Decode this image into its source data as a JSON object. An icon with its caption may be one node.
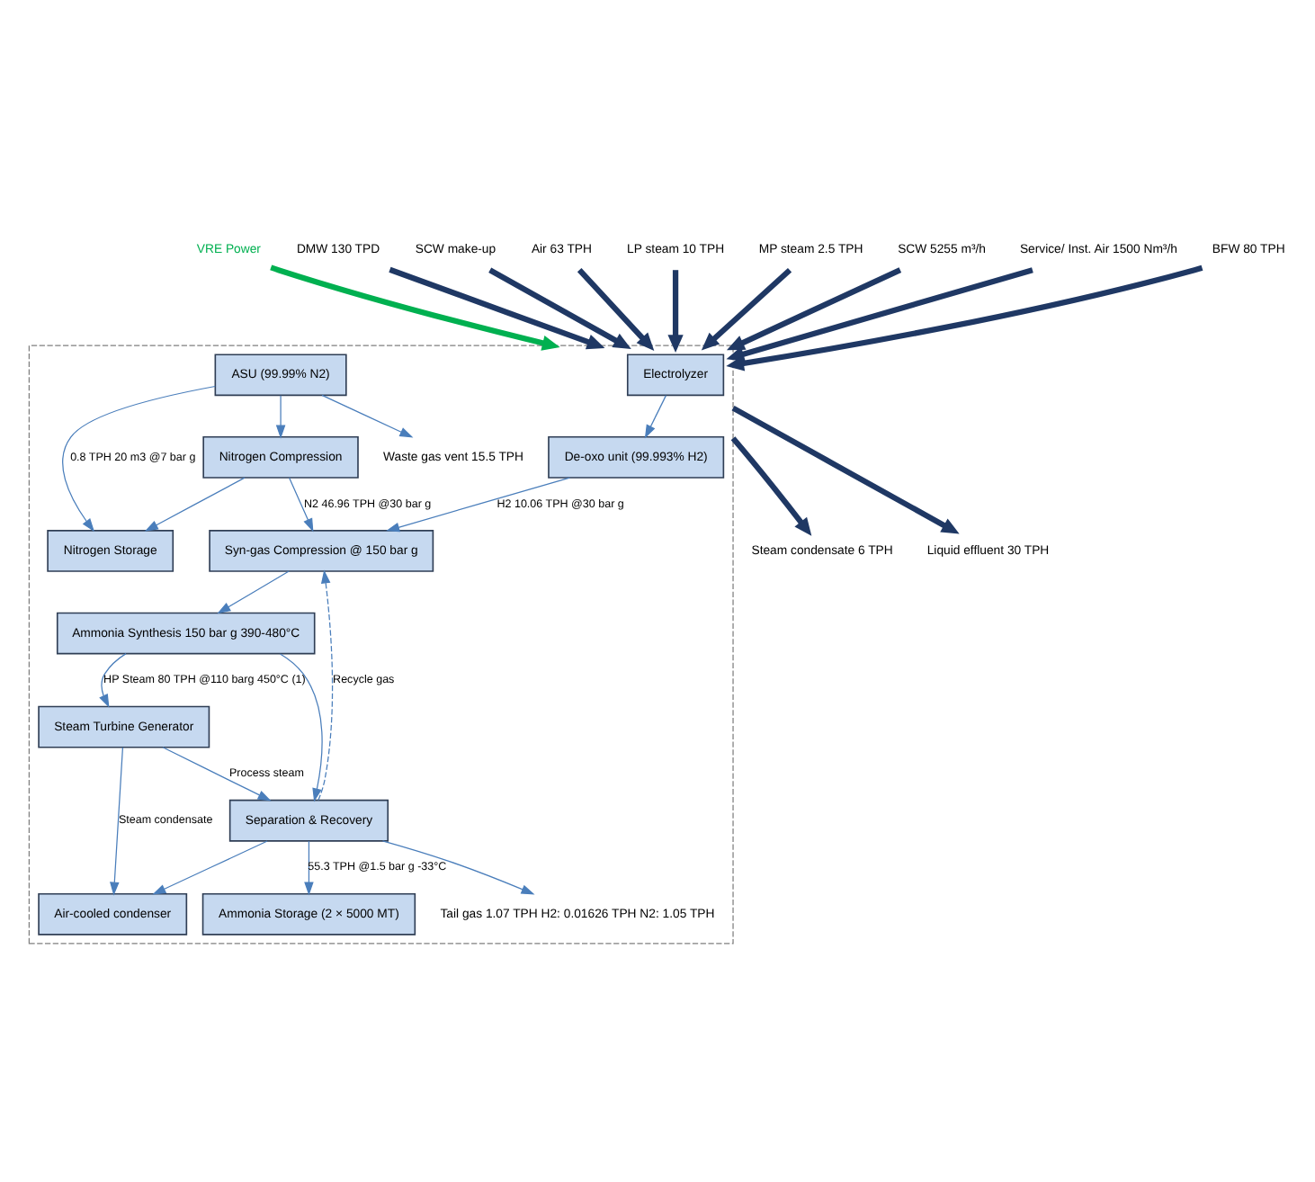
{
  "diagram": {
    "nodes": [
      {
        "text": [],
        "shape": "box"
      },
      {
        "text": [
          "Electrolyzer"
        ],
        "in": 0
      },
      {
        "text": [
          "De-oxo unit (99.993% H2)"
        ],
        "in": 0
      },
      {
        "text": [
          "Syn-gas Compression @ 150 bar g"
        ],
        "in": 0
      },
      {
        "text": [
          "ASU (99.99% N2)"
        ],
        "in": 0
      },
      {
        "text": [
          "Nitrogen Compression"
        ],
        "in": 0
      },
      {
        "text": [
          "Ammonia Synthesis 150 bar g 390-480°C"
        ],
        "in": 0
      },
      {
        "text": [
          "Nitrogen Storage"
        ],
        "in": 0
      },
      {
        "text": [
          "Separation & Recovery"
        ],
        "in": 0
      },
      {
        "text": [
          "Steam Turbine Generator"
        ],
        "in": 0
      },
      {
        "text": [
          "Air-cooled condenser"
        ],
        "in": 0
      },
      {
        "text": [
          "Ammonia Storage (2 × 5000 MT)"
        ],
        "in": 0
      },
      {
        "text": [
          "Waste gas vent 15.5 TPH"
        ],
        "in": 0
      },
      {
        "text": [
          "Tail gas 1.07 TPH H2: 0.01626 TPH N2: 1.05 TPH"
        ],
        "in": 0
      },
      {
        "text": [
          "VRE Power"
        ]
      },
      {
        "text": [
          "DMW 130 TPD"
        ]
      },
      {
        "text": [
          "SCW make-up"
        ]
      },
      {
        "text": [
          "Air 63 TPH"
        ]
      },
      {
        "text": [
          "LP steam 10 TPH"
        ]
      },
      {
        "text": [
          "MP steam 2.5 TPH"
        ]
      },
      {
        "text": [
          "SCW 5255 m³/h"
        ]
      },
      {
        "text": [
          "Service/ Inst. Air 1500 Nm³/h"
        ]
      },
      {
        "text": [
          "BFW 80 TPH"
        ]
      },
      {
        "text": [
          "Steam condensate 6 TPH"
        ]
      },
      {
        "text": [
          "Liquid effluent 30 TPH"
        ]
      }
    ],
    "edges": [
      {
        "from": 1,
        "to": 2,
        "arrow": "to"
      },
      {
        "from": 2,
        "to": 3,
        "arrow": "to",
        "label": "H2 10.06 TPH @30 bar g"
      },
      {
        "from": 5,
        "to": 3,
        "arrow": "to",
        "label": "N2 46.96 TPH @30 bar g"
      },
      {
        "from": 3,
        "to": 6,
        "arrow": "to"
      },
      {
        "from": 4,
        "to": 5,
        "arrow": "to"
      },
      {
        "from": 4,
        "to": 12,
        "arrow": "to"
      },
      {
        "from": 4,
        "to": 7,
        "arrow": "to",
        "label": "0.8 TPH 20 m3 @7 bar g"
      },
      {
        "from": 5,
        "to": 7,
        "arrow": "to"
      },
      {
        "from": 6,
        "to": 8,
        "arrow": "to"
      },
      {
        "from": 6,
        "to": 9,
        "arrow": "to",
        "label": "HP Steam 80 TPH @110 barg 450°C (1)"
      },
      {
        "from": 9,
        "to": 8,
        "arrow": "to",
        "label": "Process steam"
      },
      {
        "from": 8,
        "to": 3,
        "arrow": "to",
        "style": "dashed",
        "label": "Recycle gas"
      },
      {
        "from": 8,
        "to": 13,
        "arrow": "to"
      },
      {
        "from": 8,
        "to": 11,
        "arrow": "to",
        "label": "55.3 TPH @1.5 bar g -33°C"
      },
      {
        "from": 8,
        "to": 10,
        "arrow": "to"
      },
      {
        "from": 9,
        "to": 10,
        "arrow": "to",
        "label": "Steam condensate"
      },
      {
        "from": 14,
        "to": 0,
        "arrow": "to",
        "style": "thick",
        "color": "#00b050"
      },
      {
        "from": 15,
        "to": 0,
        "arrow": "to",
        "style": "thick",
        "color": "#1f3864"
      },
      {
        "from": 16,
        "to": 0,
        "arrow": "to",
        "style": "thick",
        "color": "#1f3864"
      },
      {
        "from": 17,
        "to": 0,
        "arrow": "to",
        "style": "thick",
        "color": "#1f3864"
      },
      {
        "from": 18,
        "to": 0,
        "arrow": "to",
        "style": "thick",
        "color": "#1f3864"
      },
      {
        "from": 19,
        "to": 0,
        "arrow": "to",
        "style": "thick",
        "color": "#1f3864"
      },
      {
        "from": 20,
        "to": 0,
        "arrow": "to",
        "style": "thick",
        "color": "#1f3864"
      },
      {
        "from": 21,
        "to": 0,
        "arrow": "to",
        "style": "thick",
        "color": "#1f3864"
      },
      {
        "from": 22,
        "to": 0,
        "arrow": "to",
        "style": "thick",
        "color": "#1f3864"
      },
      {
        "from": 0,
        "to": 23,
        "arrow": "to",
        "style": "thick",
        "color": "#1f3864"
      },
      {
        "from": 0,
        "to": 24,
        "arrow": "to",
        "style": "thick",
        "color": "#1f3864"
      }
    ]
  }
}
